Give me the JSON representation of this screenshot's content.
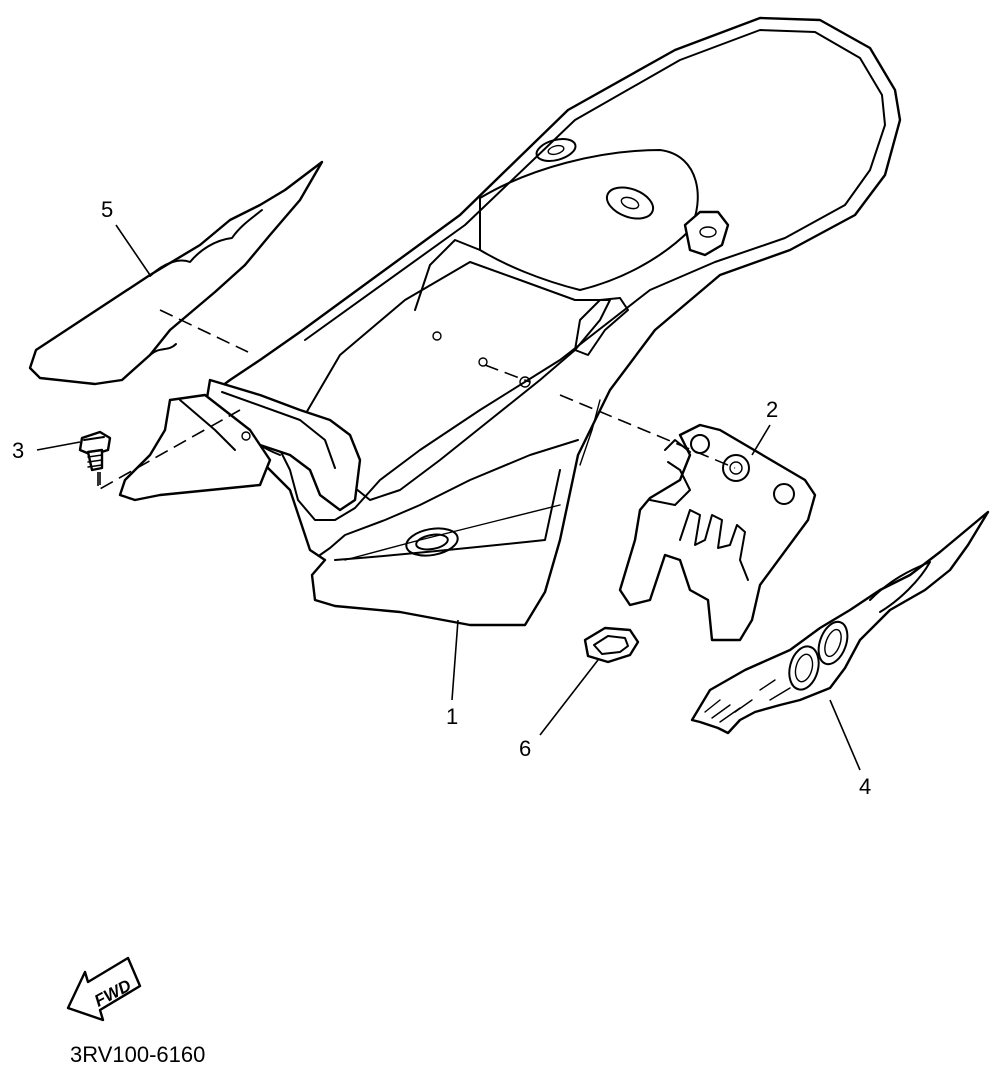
{
  "callouts": [
    {
      "id": "1",
      "label": "1"
    },
    {
      "id": "2",
      "label": "2"
    },
    {
      "id": "3",
      "label": "3"
    },
    {
      "id": "4",
      "label": "4"
    },
    {
      "id": "5",
      "label": "5"
    },
    {
      "id": "6",
      "label": "6"
    }
  ],
  "direction_arrow": {
    "label": "FWD",
    "icon": "fwd-arrow-icon"
  },
  "diagram_code": "3RV100-6160",
  "colors": {
    "line": "#000000",
    "background": "#ffffff"
  }
}
